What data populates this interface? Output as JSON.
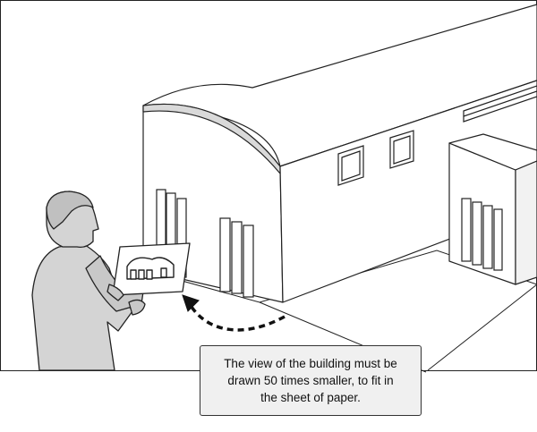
{
  "caption": {
    "line1": "The view of the building must be",
    "line2": "drawn 50 times smaller, to fit in",
    "line3": "the sheet of paper."
  },
  "colors": {
    "line": "#222222",
    "wall": "#ffffff",
    "roof_shadow": "#d9d9d9",
    "person_fill": "#d4d4d4",
    "caption_bg": "#f0f0f0"
  },
  "icons": {
    "arrow": "dashed-curved-arrow-icon"
  }
}
